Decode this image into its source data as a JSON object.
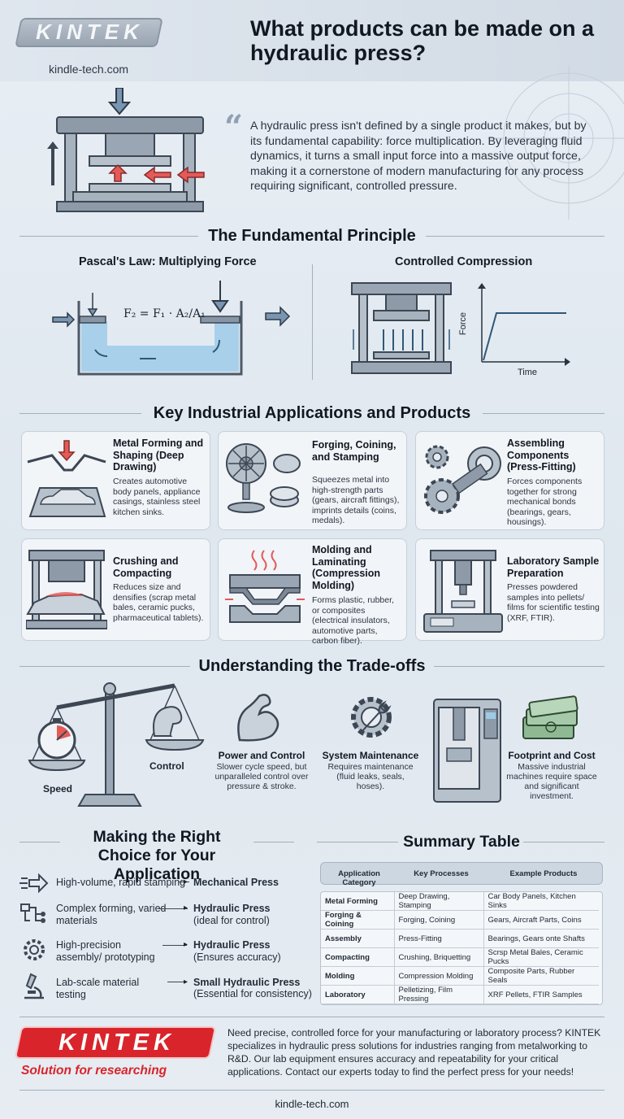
{
  "brand": {
    "logo_text": "KINTEK",
    "url": "kindle-tech.com",
    "tagline": "Solution for researching",
    "accent_color": "#d9242b"
  },
  "header": {
    "title": "What products can be made on a hydraulic press?"
  },
  "intro": {
    "quote_mark": "“",
    "text": "A hydraulic press isn't defined by a single product it makes, but by its fundamental capability: force multiplication. By leveraging fluid dynamics, it turns a small input force into a massive output force, making it a cornerstone of modern manufacturing for any process requiring significant, controlled pressure."
  },
  "principle": {
    "title": "The Fundamental Principle",
    "pascal_title": "Pascal's Law: Multiplying Force",
    "formula": "F₂ = F₁ · A₂/A₁",
    "compression_title": "Controlled Compression",
    "axis_force": "Force",
    "axis_time": "Time"
  },
  "applications": {
    "title": "Key Industrial Applications and Products",
    "cards": [
      {
        "title": "Metal Forming and Shaping (Deep Drawing)",
        "desc": "Creates automotive body panels, appliance casings, stainless steel kitchen sinks.",
        "icon": "car-panel-icon"
      },
      {
        "title": "Forging, Coining, and Stamping",
        "desc": "Squeezes metal into high-strength parts (gears, aircraft fittings), imprints details (coins, medals).",
        "icon": "turbine-coin-icon"
      },
      {
        "title": "Assembling Components (Press-Fitting)",
        "desc": "Forces components together for strong mechanical bonds (bearings, gears, housings).",
        "icon": "gears-bearing-icon"
      },
      {
        "title": "Crushing and Compacting",
        "desc": "Reduces size and densifies (scrap metal bales, ceramic pucks, pharmaceutical tablets).",
        "icon": "crush-car-icon"
      },
      {
        "title": "Molding and Laminating (Compression Molding)",
        "desc": "Forms plastic, rubber, or composites (electrical insulators, automotive parts, carbon fiber).",
        "icon": "mold-icon"
      },
      {
        "title": "Laboratory Sample Preparation",
        "desc": "Presses powdered samples into pellets/ films for scientific testing (XRF, FTIR).",
        "icon": "lab-press-icon"
      }
    ]
  },
  "tradeoffs": {
    "title": "Understanding the Trade-offs",
    "scale_speed": "Speed",
    "scale_control": "Control",
    "items": [
      {
        "title": "Power and Control",
        "desc": "Slower cycle speed, but unparalleled control over pressure & stroke.",
        "icon": "muscle-arm-icon"
      },
      {
        "title": "System Maintenance",
        "desc": "Requires maintenance (fluid leaks, seals, hoses).",
        "icon": "gear-wrench-icon"
      },
      {
        "title": "Footprint and Cost",
        "desc": "Massive industrial machines require space and significant investment.",
        "icon": "money-stack-icon"
      }
    ]
  },
  "choice": {
    "title": "Making the Right Choice for Your Application",
    "rows": [
      {
        "need": "High-volume, rapid stamping",
        "press": "Mechanical Press",
        "note": ""
      },
      {
        "need": "Complex forming, varied materials",
        "press": "Hydraulic Press",
        "note": "(ideal for control)"
      },
      {
        "need": "High-precision assembly/ prototyping",
        "press": "Hydraulic Press",
        "note": "(Ensures accuracy)"
      },
      {
        "need": "Lab-scale material testing",
        "press": "Small Hydraulic Press",
        "note": "(Essential for consistency)"
      }
    ]
  },
  "summary": {
    "title": "Summary Table",
    "headers": [
      "Application Category",
      "Key Processes",
      "Example Products"
    ],
    "rows": [
      [
        "Metal Forming",
        "Deep Drawing, Stamping",
        "Car Body Panels, Kitchen Sinks"
      ],
      [
        "Forging & Coining",
        "Forging, Coining",
        "Gears, Aircraft Parts, Coins"
      ],
      [
        "Assembly",
        "Press-Fitting",
        "Bearings, Gears onte Shafts"
      ],
      [
        "Compacting",
        "Crushing, Briquetting",
        "Scrsp Metal Bales, Ceramic Pucks"
      ],
      [
        "Molding",
        "Compression Molding",
        "Composite Parts, Rubber Seals"
      ],
      [
        "Laboratory",
        "Pelletizing, Film Pressing",
        "XRF Pellets, FTIR Samples"
      ]
    ]
  },
  "footer": {
    "text": "Need precise, controlled force for your manufacturing or laboratory process? KINTEK specializes in hydraulic press solutions for industries ranging from metalworking to R&D. Our lab equipment ensures accuracy and repeatability for your critical applications. Contact our experts today to find the perfect press for your needs!"
  }
}
